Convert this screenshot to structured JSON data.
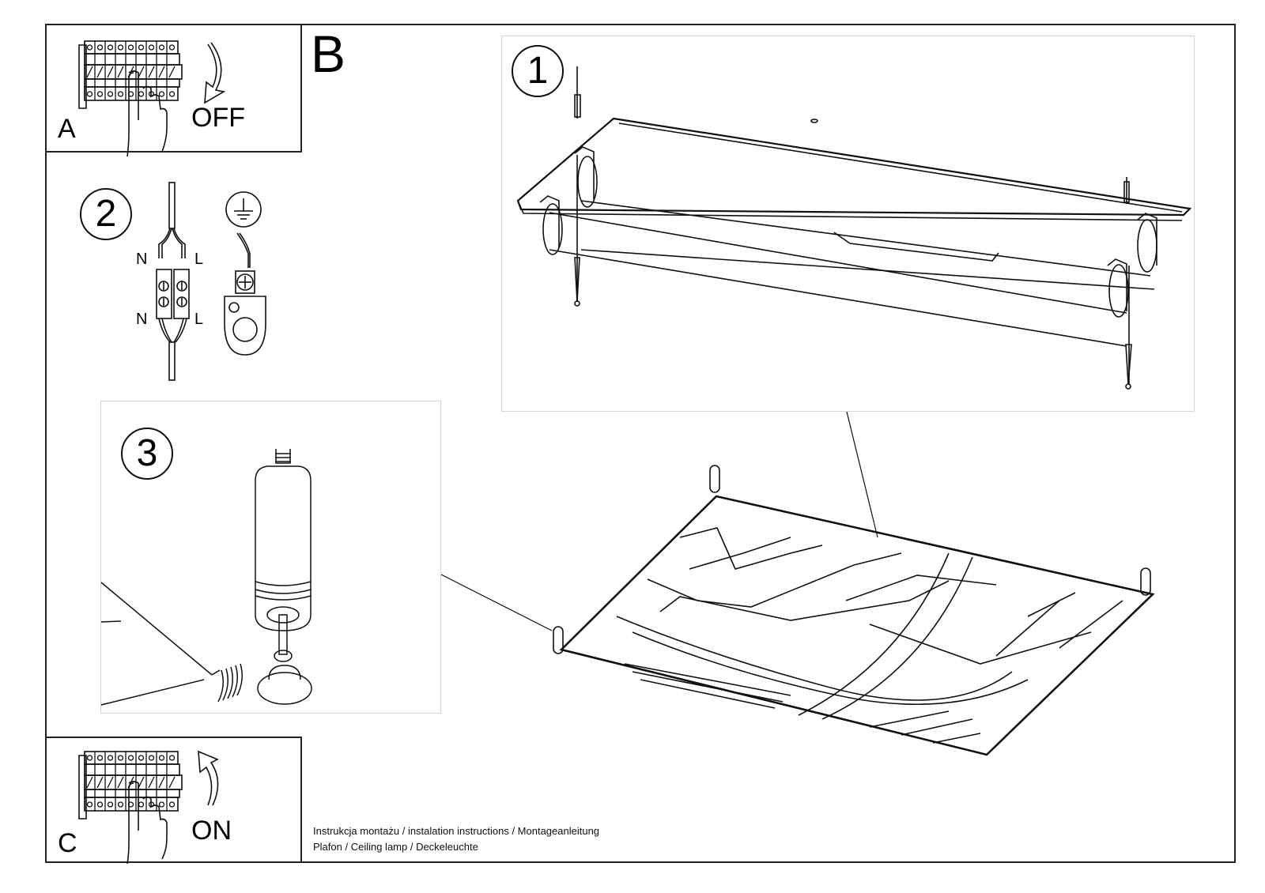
{
  "page": {
    "title": "Ceiling lamp installation instructions"
  },
  "section_a": {
    "letter": "A",
    "state_label": "OFF",
    "icon": "breaker-switch-off-icon"
  },
  "section_b": {
    "letter": "B"
  },
  "section_c": {
    "letter": "C",
    "state_label": "ON",
    "icon": "breaker-switch-on-icon"
  },
  "steps": [
    {
      "number": "1",
      "illustration": "ceiling-mount-plate-with-tubes"
    },
    {
      "number": "2",
      "illustration": "wiring-terminal-and-ground",
      "labels": {
        "top_left": "N",
        "top_right": "L",
        "bottom_left": "N",
        "bottom_right": "L"
      },
      "ground_icon": "ground-symbol-icon"
    },
    {
      "number": "3",
      "illustration": "shade-spring-and-finial"
    }
  ],
  "footer": {
    "line1": "Instrukcja montażu / instalation instructions / Montageanleitung",
    "line2": "Plafon / Ceiling lamp / Deckeleuchte"
  }
}
